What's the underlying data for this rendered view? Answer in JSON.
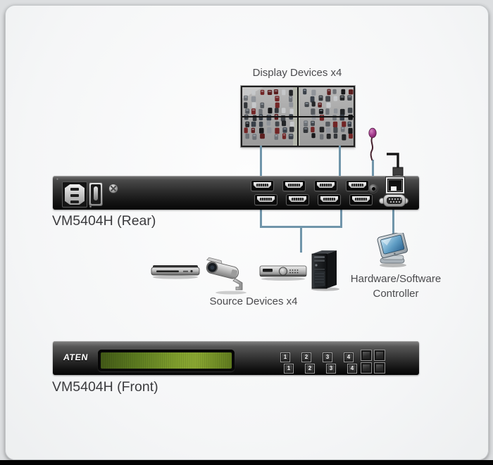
{
  "labels": {
    "display_devices": "Display Devices x4",
    "rear_name": "VM5404H (Rear)",
    "source_devices": "Source Devices x4",
    "controller_line1": "Hardware/Software",
    "controller_line2": "Controller",
    "front_name": "VM5404H (Front)"
  },
  "front_panel": {
    "brand": "ATEN",
    "port_buttons_top": [
      "1",
      "2",
      "3",
      "4"
    ],
    "port_buttons_bottom": [
      "1",
      "2",
      "3",
      "4"
    ]
  },
  "icons": {
    "video_wall": "traffic-video-wall-2x2",
    "ir_receiver": "ir-receiver-antenna-icon",
    "ethernet_cable": "ethernet-cable-icon",
    "power_inlet": "iec-c14-power-inlet-icon",
    "power_switch": "rocker-switch-icon",
    "grounding_screw": "grounding-screw-icon",
    "hdmi_port": "hdmi-port-icon",
    "ir_jack": "ir-jack-icon",
    "lan_port": "rj45-lan-port-icon",
    "serial_port": "db9-serial-port-icon",
    "dvd_player": "dvd-player-icon",
    "camera": "cctv-camera-icon",
    "av_receiver": "av-receiver-icon",
    "pc_tower": "pc-tower-icon",
    "controller": "touch-panel-controller-icon",
    "lcd": "lcd-display"
  },
  "colors": {
    "connector_line": "#7095aa",
    "lcd_green": "#7f9e2d",
    "ir_receiver_purple": "#a43a8e",
    "panel_black": "#1a1a1a",
    "card_background": "#f5f6f7"
  }
}
